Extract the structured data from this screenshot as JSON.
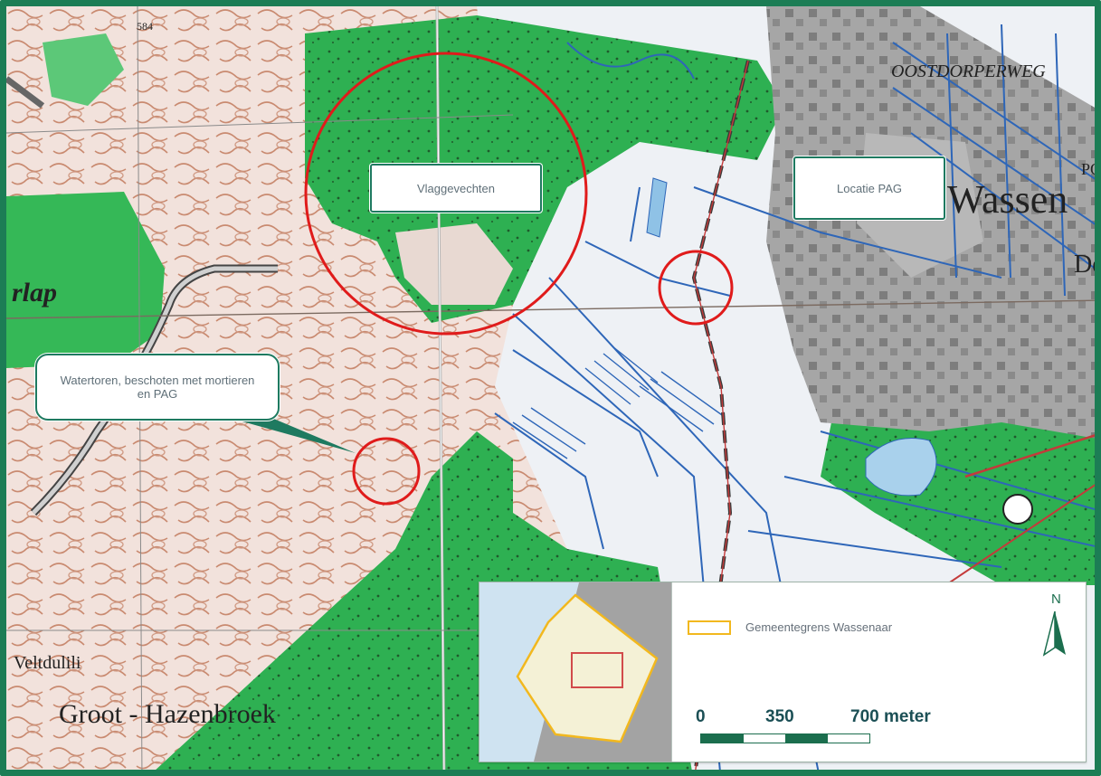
{
  "map": {
    "place_labels": {
      "oostdorperweg": "OOSTDORPERWEG",
      "wassen": "Wassen",
      "de": "De",
      "rlap": "rlap",
      "groot_hazenbroek": "Groot - Hazenbroek",
      "veltdelwijk": "Veltdulili",
      "po": "PO",
      "numeral": "584"
    },
    "callouts": {
      "luchtgevechten": "Vlaggevechten",
      "locatie_pag": "Locatie PAG",
      "watertoren": "Watertoren, beschoten met mortieren en PAG"
    },
    "colors": {
      "frame": "#1c7d55",
      "forest": "#2eb052",
      "dunes": "#c98a70",
      "water": "#2e66b8",
      "built_up": "#9c9c9c",
      "circle": "#e01b1b"
    }
  },
  "legend": {
    "boundary_label": "Gemeentegrens Wassenaar",
    "boundary_color": "#f2b81e",
    "scale": {
      "labels": [
        "0",
        "350",
        "700 meter"
      ],
      "values": [
        0,
        350,
        700
      ],
      "unit": "meter"
    },
    "north_label": "N"
  }
}
